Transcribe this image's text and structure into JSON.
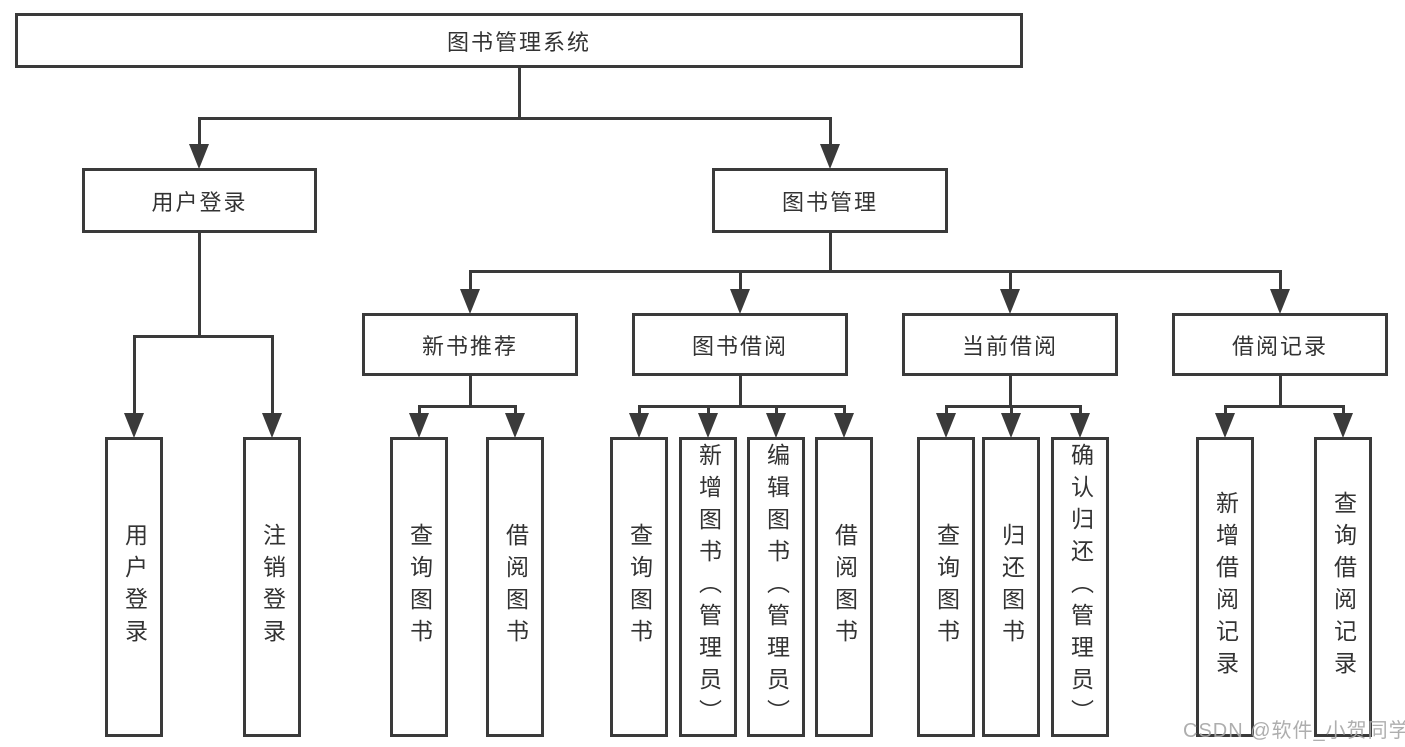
{
  "diagram": {
    "type": "tree",
    "nodes": {
      "system": {
        "label": "图书管理系统"
      },
      "user_login": {
        "label": "用户登录"
      },
      "book_mgmt": {
        "label": "图书管理"
      },
      "login": {
        "label": "用户登录"
      },
      "logout": {
        "label": "注销登录"
      },
      "new_book_rec": {
        "label": "新书推荐"
      },
      "book_borrow": {
        "label": "图书借阅"
      },
      "current_borrow": {
        "label": "当前借阅"
      },
      "borrow_records": {
        "label": "借阅记录"
      },
      "nb_query": {
        "label": "查询图书"
      },
      "nb_borrow": {
        "label": "借阅图书"
      },
      "bb_query": {
        "label": "查询图书"
      },
      "bb_add": {
        "label": "新增图书（管理员）"
      },
      "bb_edit": {
        "label": "编辑图书（管理员）"
      },
      "bb_borrow": {
        "label": "借阅图书"
      },
      "cb_query": {
        "label": "查询图书"
      },
      "cb_return": {
        "label": "归还图书"
      },
      "cb_confirm": {
        "label": "确认归还（管理员）"
      },
      "br_add": {
        "label": "新增借阅记录"
      },
      "br_query": {
        "label": "查询借阅记录"
      }
    },
    "edges": [
      [
        "system",
        "user_login"
      ],
      [
        "system",
        "book_mgmt"
      ],
      [
        "user_login",
        "login"
      ],
      [
        "user_login",
        "logout"
      ],
      [
        "book_mgmt",
        "new_book_rec"
      ],
      [
        "book_mgmt",
        "book_borrow"
      ],
      [
        "book_mgmt",
        "current_borrow"
      ],
      [
        "book_mgmt",
        "borrow_records"
      ],
      [
        "new_book_rec",
        "nb_query"
      ],
      [
        "new_book_rec",
        "nb_borrow"
      ],
      [
        "book_borrow",
        "bb_query"
      ],
      [
        "book_borrow",
        "bb_add"
      ],
      [
        "book_borrow",
        "bb_edit"
      ],
      [
        "book_borrow",
        "bb_borrow"
      ],
      [
        "current_borrow",
        "cb_query"
      ],
      [
        "current_borrow",
        "cb_return"
      ],
      [
        "current_borrow",
        "cb_confirm"
      ],
      [
        "borrow_records",
        "br_add"
      ],
      [
        "borrow_records",
        "br_query"
      ]
    ]
  },
  "watermark": {
    "text": "CSDN @软件_小贺同学"
  },
  "colors": {
    "line": "#3a3a3a",
    "text": "#333333",
    "watermark": "#a8a8a8",
    "background": "#ffffff"
  }
}
